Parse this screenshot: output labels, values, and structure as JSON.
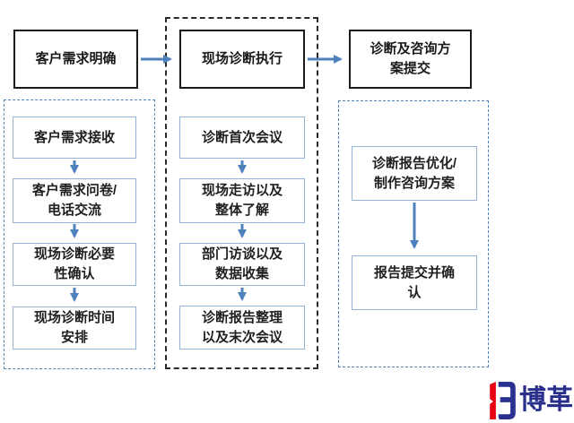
{
  "page": {
    "background": "#ffffff",
    "type": "process-flow-diagram"
  },
  "colors": {
    "arrow": "#4f81bd",
    "step_box_border": "#95b3d7",
    "phase_box_border": "#1a1a1a",
    "lane_dashed_blue": "#4f81bd",
    "lane_dashed_black": "#2b2b2b",
    "logo_red": "#e60012",
    "logo_blue": "#2a3190",
    "logo_text_color": "#2a2f8c"
  },
  "flow": {
    "phases": [
      {
        "title": "客户需求明确",
        "steps": [
          "客户需求接收",
          "客户需求问卷/\n电话交流",
          "现场诊断必要\n性确认",
          "现场诊断时间\n安排"
        ]
      },
      {
        "title": "现场诊断执行",
        "steps": [
          "诊断首次会议",
          "现场走访以及\n整体了解",
          "部门访谈以及\n数据收集",
          "诊断报告整理\n以及末次会议"
        ]
      },
      {
        "title": "诊断及咨询方\n案提交",
        "steps": [
          "诊断报告优化/\n制作咨询方案",
          "报告提交并确\n认"
        ]
      }
    ]
  },
  "logo": {
    "text": "博革",
    "icon": "bg-monogram-icon"
  }
}
